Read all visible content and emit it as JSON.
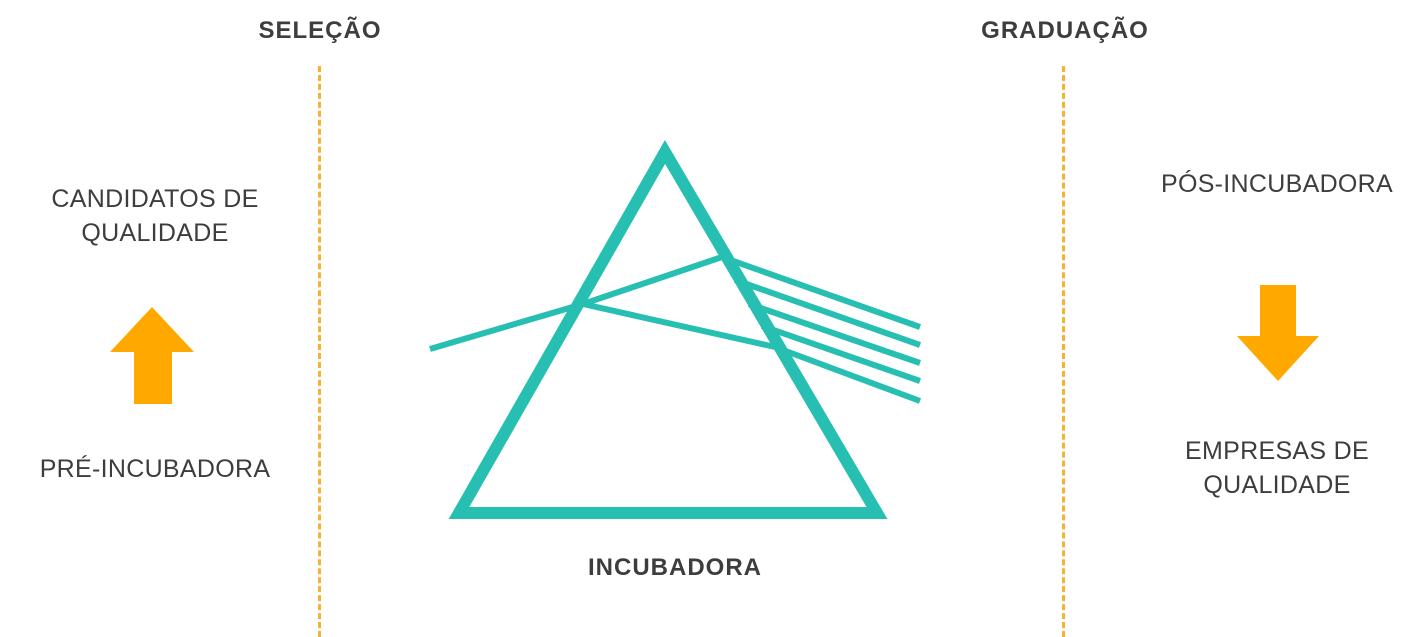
{
  "headings": {
    "selection": "SELEÇÃO",
    "graduation": "GRADUAÇÃO"
  },
  "left": {
    "top_label_line1": "CANDIDATOS DE",
    "top_label_line2": "QUALIDADE",
    "bottom_label": "PRÉ-INCUBADORA",
    "arrow_icon": "arrow-up-icon"
  },
  "center": {
    "label": "INCUBADORA",
    "icon": "prism-icon"
  },
  "right": {
    "top_label": "PÓS-INCUBADORA",
    "bottom_label_line1": "EMPRESAS DE",
    "bottom_label_line2": "QUALIDADE",
    "arrow_icon": "arrow-down-icon"
  },
  "colors": {
    "accent_orange": "#ffa800",
    "divider_orange": "#f5b335",
    "prism_teal": "#26bfb1",
    "text": "#3d3d3d"
  }
}
